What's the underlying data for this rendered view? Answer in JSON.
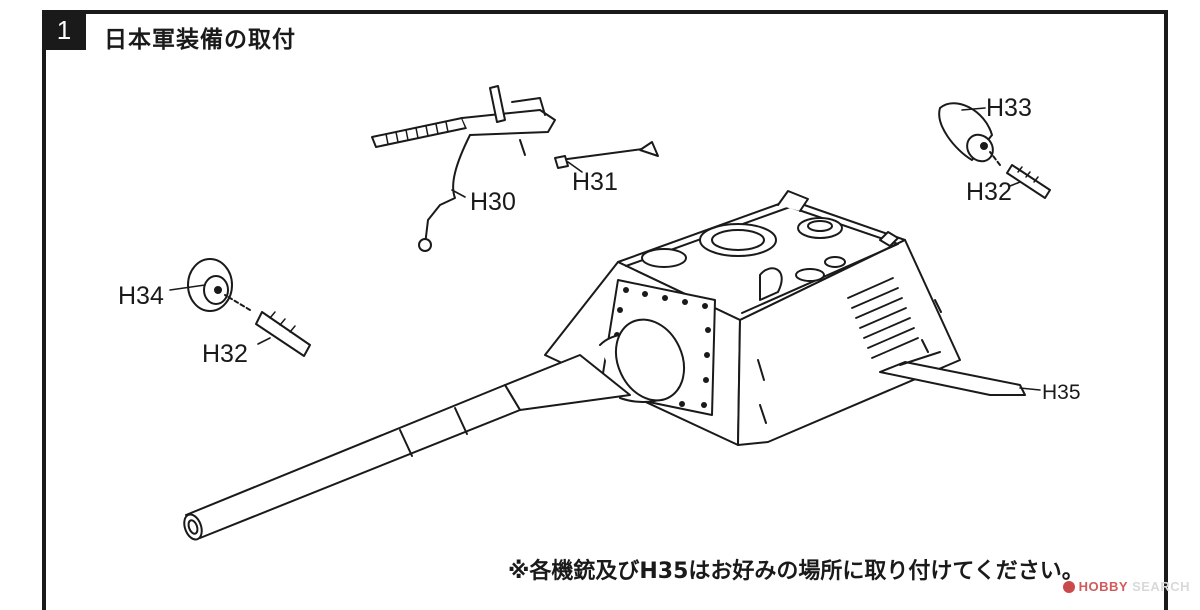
{
  "step": {
    "number": "1",
    "title": "日本軍装備の取付"
  },
  "parts": {
    "h30": "H30",
    "h31": "H31",
    "h32_top": "H32",
    "h32_left": "H32",
    "h33": "H33",
    "h34": "H34",
    "h35": "H35"
  },
  "note": "※各機銃及びH35はお好みの場所に取り付けてください。",
  "watermark": {
    "brand": "HOBBY",
    "suffix": "SEARCH"
  }
}
